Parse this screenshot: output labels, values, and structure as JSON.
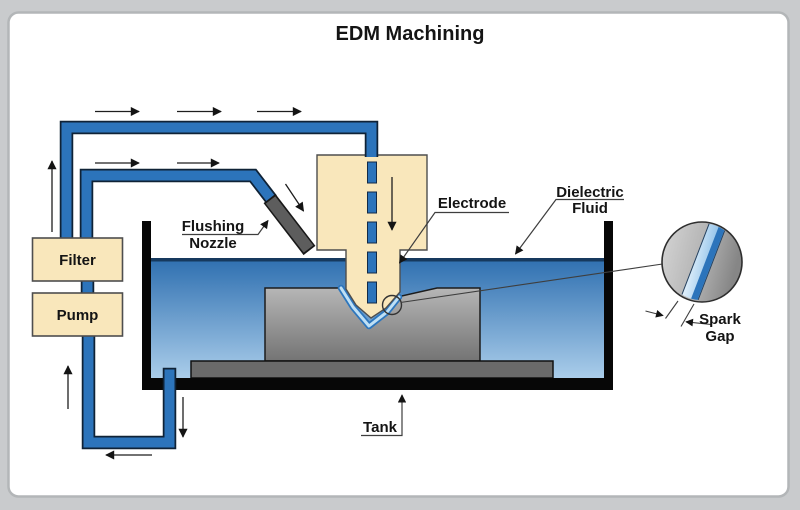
{
  "title": "EDM Machining",
  "labels": {
    "filter": "Filter",
    "pump": "Pump",
    "flushing_nozzle": [
      "Flushing",
      "Nozzle"
    ],
    "electrode": "Electrode",
    "dielectric_fluid": [
      "Dielectric",
      "Fluid"
    ],
    "tank": "Tank",
    "spark_gap": [
      "Spark",
      "Gap"
    ]
  },
  "colors": {
    "pipe_blue": "#2c74bb",
    "pipe_outline": "#0f2236",
    "component_tan": "#f9e7bb",
    "fluid_top": "#2e6fb0",
    "fluid_bottom": "#aacdea",
    "fluid_surface_line": "#16395e",
    "workpiece_top": "#b6b6b6",
    "workpiece_bottom": "#747474",
    "base_plate": "#6a6a6a",
    "nozzle_gray": "#5d5d5d",
    "tank_black": "#070707",
    "text": "#141414"
  }
}
